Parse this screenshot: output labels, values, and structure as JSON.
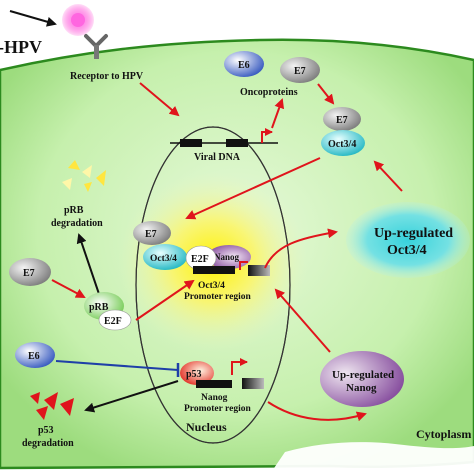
{
  "labels": {
    "hpv": "-HPV",
    "receptor": "Receptor to HPV",
    "oncoproteins": "Oncoproteins",
    "viral_dna": "Viral DNA",
    "prb_degradation_1": "pRB",
    "prb_degradation_2": "degradation",
    "p53_degradation_1": "p53",
    "p53_degradation_2": "degradation",
    "oct34_promoter_1": "Oct3/4",
    "oct34_promoter_2": "Promoter region",
    "nanog_promoter_1": "Nanog",
    "nanog_promoter_2": "Promoter region",
    "nucleus": "Nucleus",
    "cytoplasm": "Cytoplasm",
    "upreg_oct_1": "Up-regulated",
    "upreg_oct_2": "Oct3/4",
    "upreg_nanog_1": "Up-regulated",
    "upreg_nanog_2": "Nanog"
  },
  "nodes": {
    "e6_top": "E6",
    "e7_top": "E7",
    "e7_mid": "E7",
    "oct34_top": "Oct3/4",
    "e7_nucleus": "E7",
    "oct34_nucleus": "Oct3/4",
    "e2f_nucleus": "E2F",
    "nanog_nucleus": "Nanog",
    "e7_left": "E7",
    "prb": "pRB",
    "e2f_left": "E2F",
    "e6_left": "E6",
    "p53": "p53"
  },
  "colors": {
    "cell_fill": "#b6eb9a",
    "arrow_red": "#e0141c",
    "inhibit_blue": "#1f3fa8",
    "e6": "#5570c8",
    "e7": "#9a9a9a",
    "oct34": "#37c0c8",
    "nanog": "#8a4fa0",
    "p53": "#e23a2a",
    "e2f": "#ffffff",
    "prb": "#8fd36a"
  }
}
